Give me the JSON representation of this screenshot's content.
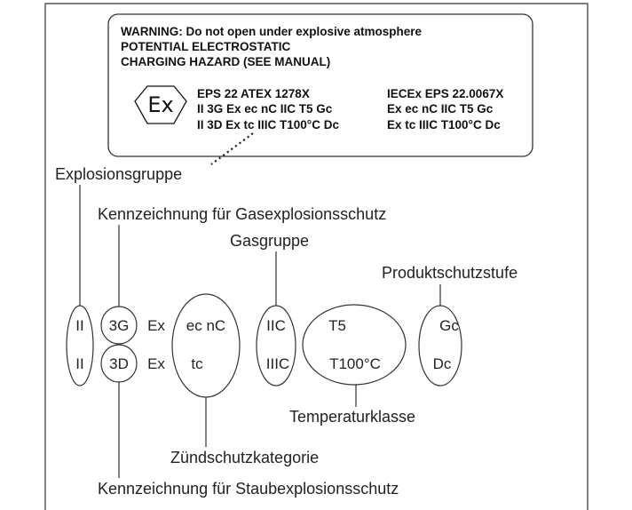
{
  "label_plate": {
    "warning_lines": [
      "WARNING: Do not open under explosive atmosphere",
      "POTENTIAL ELECTROSTATIC",
      "CHARGING HAZARD (SEE MANUAL)"
    ],
    "ex_logo": "Ex",
    "atex_lines": [
      "EPS 22 ATEX 1278X",
      "II 3G Ex ec nC IIC T5 Gc",
      "II 3D Ex tc IIIC T100°C Dc"
    ],
    "iecex_lines": [
      "IECEx EPS 22.0067X",
      "Ex ec nC IIC T5 Gc",
      "Ex tc IIIC T100°C Dc"
    ]
  },
  "labels": {
    "explosion_group": "Explosionsgruppe",
    "gas_marking": "Kennzeichnung für Gasexplosionsschutz",
    "gas_group": "Gasgruppe",
    "product_protection_level": "Produktschutzstufe",
    "temperature_class": "Temperaturklasse",
    "ignition_protection_category": "Zündschutzkategorie",
    "dust_marking": "Kennzeichnung für Staubexplosionsschutz"
  },
  "breakdown": {
    "gas_row": [
      "II",
      "3G",
      "Ex",
      "ec nC",
      "IIC",
      "T5",
      "Gc"
    ],
    "dust_row": [
      "II",
      "3D",
      "Ex",
      "tc",
      "IIIC",
      "T100°C",
      "Dc"
    ]
  }
}
